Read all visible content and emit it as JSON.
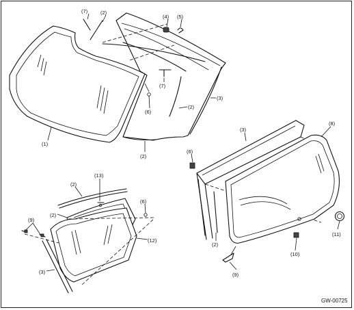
{
  "figure_code": "GW-00725",
  "callouts": {
    "c1": "(1)",
    "c2a": "(2)",
    "c2b": "(2)",
    "c2c": "(2)",
    "c2d": "(2)",
    "c2e": "(2)",
    "c2f": "(2)",
    "c3a": "(3)",
    "c3b": "(3)",
    "c3c": "(3)",
    "c4": "(4)",
    "c5": "(5)",
    "c6a": "(6)",
    "c6b": "(6)",
    "c6c": "(6)",
    "c7a": "(7)",
    "c7b": "(7)",
    "c8": "(8)",
    "c9a": "(9)",
    "c9b": "(9)",
    "c10": "(10)",
    "c11": "(11)",
    "c12": "(12)",
    "c13": "(13)"
  }
}
